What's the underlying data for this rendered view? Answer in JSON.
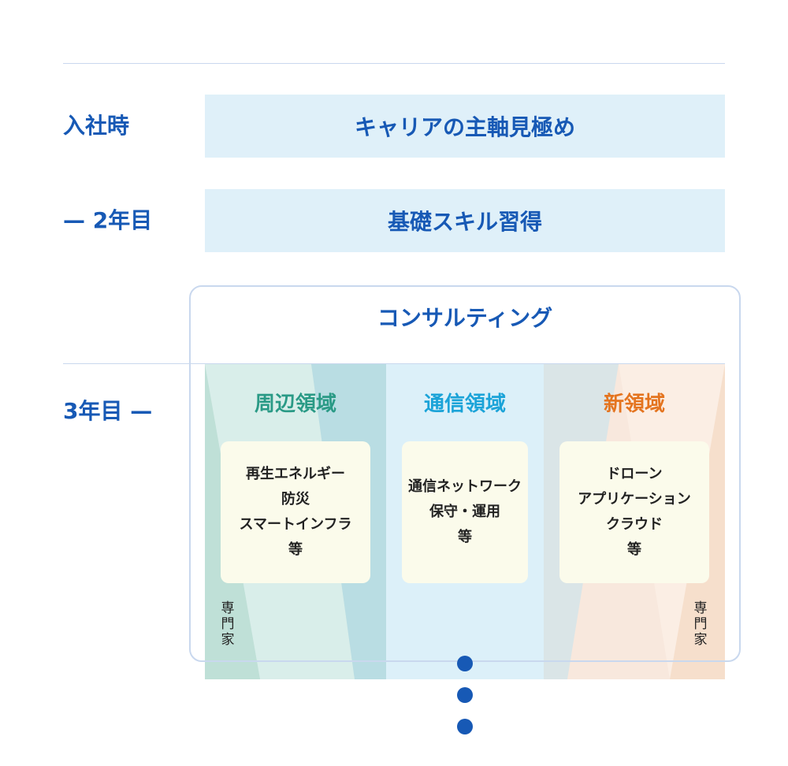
{
  "stages": {
    "hire": {
      "label": "入社時",
      "band": "キャリアの主軸見極め"
    },
    "year2": {
      "label": "— 2年目",
      "band": "基礎スキル習得"
    },
    "year3": {
      "label": "3年目 —"
    }
  },
  "consulting": {
    "title": "コンサルティング",
    "columns": [
      {
        "title": "周辺領域",
        "title_color": "#2a9a86",
        "lines": [
          "再生エネルギー",
          "防災",
          "スマートインフラ",
          "等"
        ]
      },
      {
        "title": "通信領域",
        "title_color": "#1ba3d8",
        "lines": [
          "通信ネットワーク",
          "保守・運用",
          "等"
        ]
      },
      {
        "title": "新領域",
        "title_color": "#e4741f",
        "lines": [
          "ドローン",
          "アプリケーション",
          "クラウド",
          "等"
        ]
      }
    ],
    "specialist_left": [
      "専",
      "門",
      "家"
    ],
    "specialist_right": [
      "専",
      "門",
      "家"
    ]
  },
  "colors": {
    "accent": "#1759b5",
    "band_bg": "#dff0f9",
    "card_bg": "#fbfbeb",
    "divider": "#c9d8ee"
  }
}
